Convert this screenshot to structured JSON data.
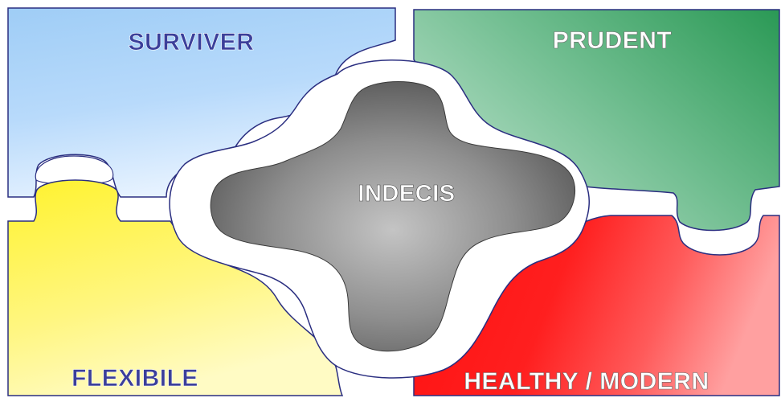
{
  "pieces": {
    "surviver": {
      "label": "SURVIVER",
      "fill_top": "#d9ebff",
      "fill_bottom": "#8fc3f2",
      "text_color": "#3b3f9a"
    },
    "prudent": {
      "label": "PRUDENT",
      "fill_light": "#a9d6bd",
      "fill_dark": "#2e9a5a",
      "text_color": "#ffffff"
    },
    "flexibile": {
      "label": "FLEXIBILE",
      "fill_top": "#fff75a",
      "fill_bottom": "#fffbb0",
      "text_color": "#3b3f9a"
    },
    "healthy_modern": {
      "label": "HEALTHY / MODERN",
      "fill_main": "#ff2020",
      "fill_light": "#ff8a8a",
      "text_color": "#ffffff"
    },
    "indecis": {
      "label": "INDECIS",
      "fill_center": "#c8c8c8",
      "fill_edge": "#5a5a5a",
      "text_color": "#ffffff"
    }
  },
  "outline_color": "#2a2e80"
}
